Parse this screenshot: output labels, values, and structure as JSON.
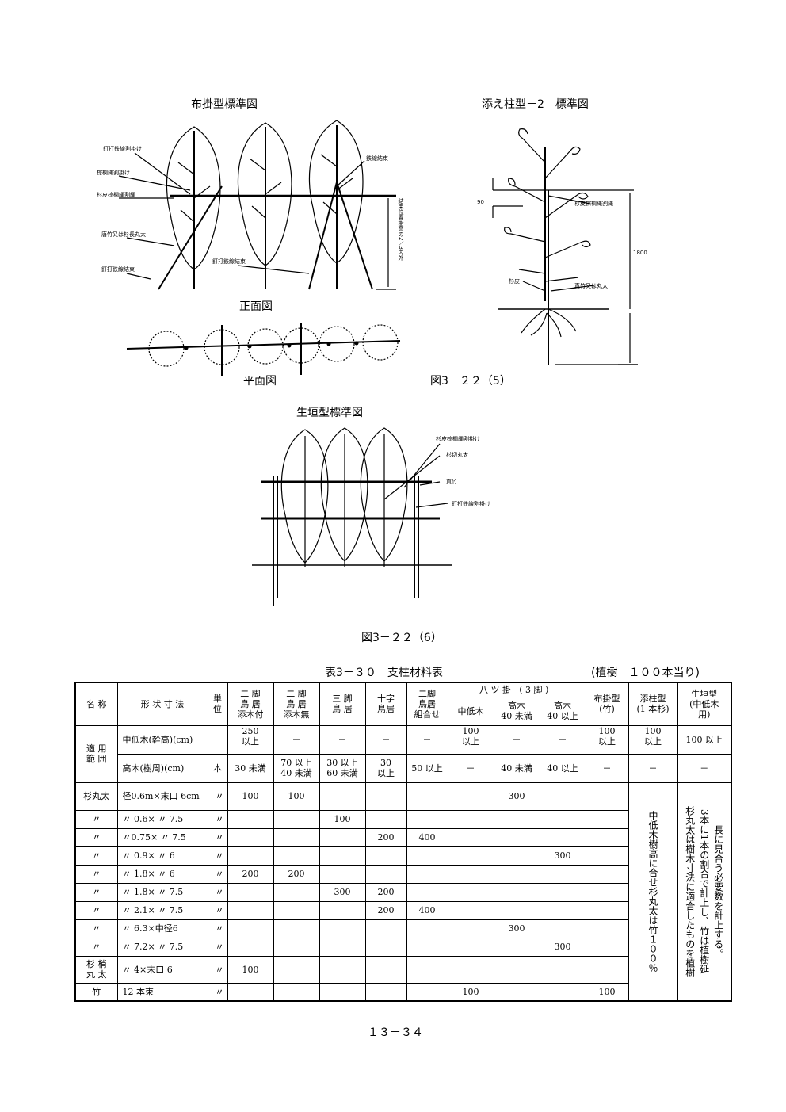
{
  "fig_top_left": {
    "title": "布掛型標準図",
    "labels": [
      "釘打鉄線割掛け",
      "棕櫚縄割掛け",
      "杉皮棕櫚縄割縄",
      "唐竹又は杉長丸太",
      "釘打鉄線結束",
      "鉄線結束",
      "釘打鉄線結束",
      "結束位置樹高の2／3内外"
    ],
    "front_caption": "正面図",
    "plan_caption": "平面図"
  },
  "fig_top_right": {
    "title": "添え柱型－2　標準図",
    "labels": [
      "90",
      "杉皮棕櫚縄割縄",
      "1800",
      "杉皮",
      "真竹又は丸太"
    ]
  },
  "caption_5": "図3－２２（5）",
  "fig_hedge": {
    "title": "生垣型標準図",
    "labels": [
      "杉皮棕櫚縄割掛け",
      "杉切丸太",
      "真竹",
      "釘打鉄線割掛け"
    ]
  },
  "caption_6": "図3－２２（6）",
  "table": {
    "title": "表3－３０　支柱材料表",
    "note": "(植樹　１００本当り)",
    "h": {
      "name": "名 称",
      "shape": "形 状 寸 法",
      "unit": "単\n位",
      "c1": "二 脚\n鳥 居\n添木付",
      "c2": "二 脚\n鳥 居\n添木無",
      "c3": "三 脚\n鳥 居",
      "c4": "十字\n鳥居",
      "c5": "二脚\n鳥居\n組合せ",
      "hachi": "八 ツ 掛 （ 3 脚 ）",
      "h1": "中低木",
      "h2": "高木\n40 未満",
      "h3": "高木\n40 以上",
      "c9": "布掛型\n(竹)",
      "c10": "添柱型\n(1 本杉)",
      "c11": "生垣型\n(中低木\n用)"
    },
    "range_label": "適 用\n範 囲",
    "range_rows": [
      {
        "shape": "中低木(幹高)(cm)",
        "unit": "",
        "vals": [
          "250\n以上",
          "－",
          "－",
          "－",
          "－",
          "100\n以上",
          "－",
          "－",
          "100\n以上",
          "100\n以上",
          "100 以上"
        ]
      },
      {
        "shape": "高木(樹周)(cm)",
        "unit": "本",
        "vals": [
          "30 未満",
          "70 以上\n40 未満",
          "30 以上\n60 未満",
          "30\n以上",
          "50 以上",
          "－",
          "40 未満",
          "40 以上",
          "－",
          "－",
          "－"
        ]
      }
    ],
    "rows": [
      {
        "name": "杉丸太",
        "shape": "径0.6m×末口 6cm",
        "unit": "〃",
        "vals": [
          "100",
          "100",
          "",
          "",
          "",
          "",
          "300",
          "",
          ""
        ]
      },
      {
        "name": "〃",
        "shape": "〃 0.6× 〃 7.5",
        "unit": "〃",
        "vals": [
          "",
          "",
          "100",
          "",
          "",
          "",
          "",
          "",
          ""
        ]
      },
      {
        "name": "〃",
        "shape": "〃0.75× 〃 7.5",
        "unit": "〃",
        "vals": [
          "",
          "",
          "",
          "200",
          "400",
          "",
          "",
          "",
          ""
        ]
      },
      {
        "name": "〃",
        "shape": "〃 0.9× 〃 6",
        "unit": "〃",
        "vals": [
          "",
          "",
          "",
          "",
          "",
          "",
          "",
          "300",
          ""
        ]
      },
      {
        "name": "〃",
        "shape": "〃 1.8× 〃 6",
        "unit": "〃",
        "vals": [
          "200",
          "200",
          "",
          "",
          "",
          "",
          "",
          "",
          ""
        ]
      },
      {
        "name": "〃",
        "shape": "〃 1.8× 〃 7.5",
        "unit": "〃",
        "vals": [
          "",
          "",
          "300",
          "200",
          "",
          "",
          "",
          "",
          ""
        ]
      },
      {
        "name": "〃",
        "shape": "〃 2.1× 〃 7.5",
        "unit": "〃",
        "vals": [
          "",
          "",
          "",
          "200",
          "400",
          "",
          "",
          "",
          ""
        ]
      },
      {
        "name": "〃",
        "shape": "〃 6.3×中径6",
        "unit": "〃",
        "vals": [
          "",
          "",
          "",
          "",
          "",
          "",
          "300",
          "",
          ""
        ]
      },
      {
        "name": "〃",
        "shape": "〃 7.2× 〃 7.5",
        "unit": "〃",
        "vals": [
          "",
          "",
          "",
          "",
          "",
          "",
          "",
          "300",
          ""
        ]
      },
      {
        "name": "杉 梢\n丸 太",
        "shape": "〃 4×末口 6",
        "unit": "〃",
        "vals": [
          "100",
          "",
          "",
          "",
          "",
          "",
          "",
          "",
          ""
        ]
      },
      {
        "name": "竹",
        "shape": "12 本束",
        "unit": "〃",
        "vals": [
          "",
          "",
          "",
          "",
          "",
          "100",
          "",
          "",
          "100"
        ]
      }
    ],
    "note_col10": "中低木樹高に合せ杉丸太は竹１００％",
    "note_col11": "長に見合う必要数を計上する。\n3本に1本の割合で計上し、竹は植樹延\n杉丸太は樹木寸法に適合したものを植樹"
  },
  "page_number": "１３－３４"
}
